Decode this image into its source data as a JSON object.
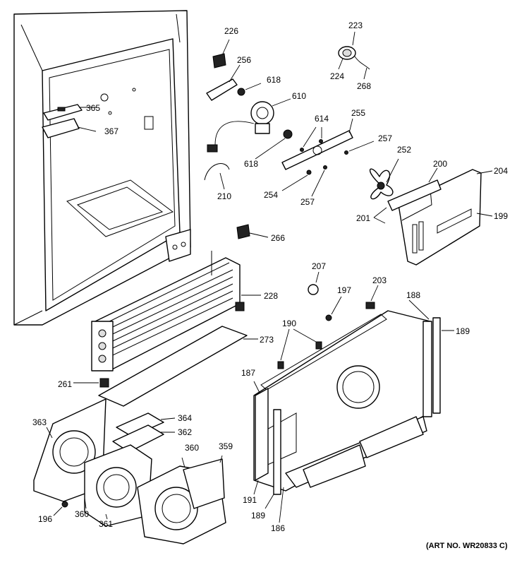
{
  "art_number": "(ART NO. WR20833 C)",
  "callouts": {
    "c226": "226",
    "c256": "256",
    "c618a": "618",
    "c610": "610",
    "c618b": "618",
    "c210": "210",
    "c223": "223",
    "c224": "224",
    "c268": "268",
    "c365": "365",
    "c367": "367",
    "c614": "614",
    "c255": "255",
    "c257a": "257",
    "c252": "252",
    "c254": "254",
    "c257b": "257",
    "c200": "200",
    "c204": "204",
    "c201": "201",
    "c199": "199",
    "c266": "266",
    "c228": "228",
    "c273": "273",
    "c261": "261",
    "c207": "207",
    "c197": "197",
    "c203": "203",
    "c188": "188",
    "c189a": "189",
    "c190": "190",
    "c187": "187",
    "c191": "191",
    "c189b": "189",
    "c186": "186",
    "c363": "363",
    "c364": "364",
    "c362": "362",
    "c360a": "360",
    "c359": "359",
    "c196": "196",
    "c360b": "360",
    "c361": "361"
  }
}
